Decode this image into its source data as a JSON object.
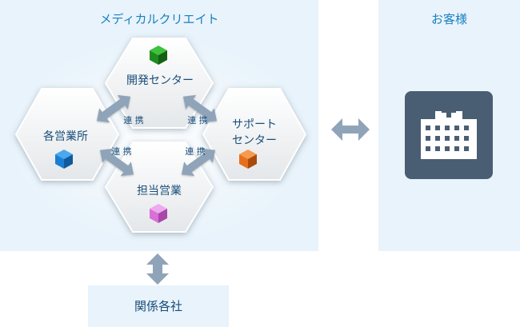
{
  "main": {
    "title": "メディカルクリエイト"
  },
  "client": {
    "title": "お客様"
  },
  "partners": {
    "title": "関係各社"
  },
  "nodes": {
    "dev_center": {
      "label": "開発センター",
      "color": "#1e8c1e"
    },
    "branches": {
      "label": "各営業所",
      "color": "#1a7fd4"
    },
    "support_center": {
      "label_line1": "サポート",
      "label_line2": "センター",
      "color": "#e8701a"
    },
    "sales_rep": {
      "label": "担当営業",
      "color": "#d870d8"
    }
  },
  "links": {
    "label": "連 携"
  },
  "colors": {
    "arrow": "#8fa4b8",
    "hospital_tile": "#4a5e73"
  },
  "icons": {
    "hospital": "hospital-icon"
  }
}
